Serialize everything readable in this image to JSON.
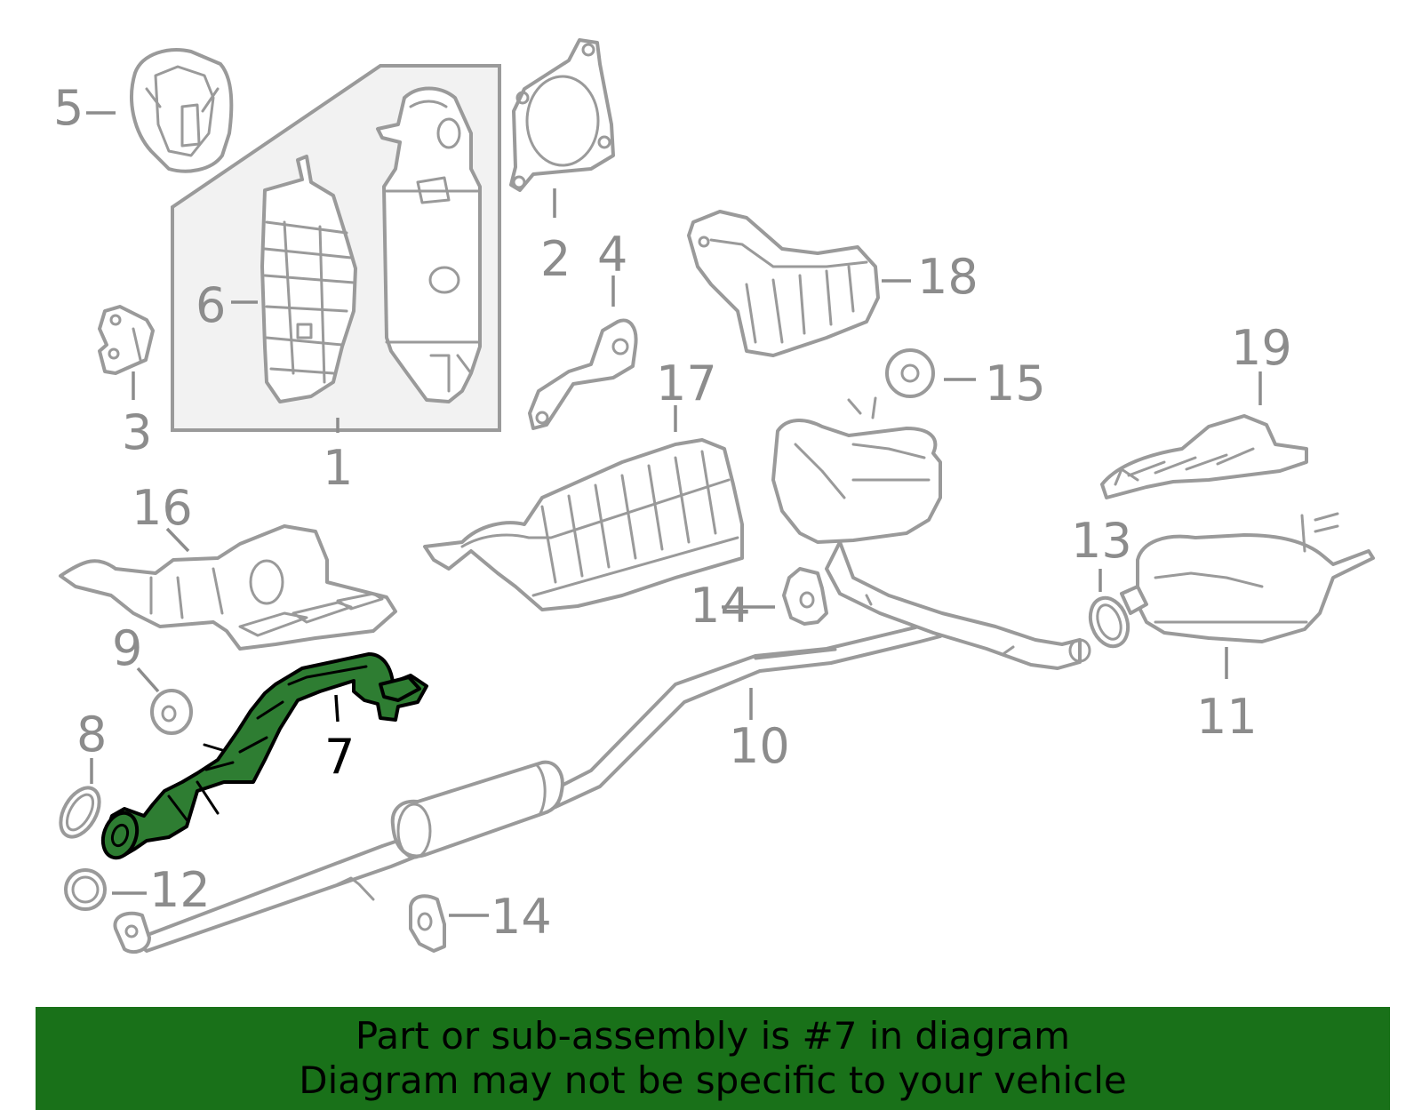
{
  "highlighted_part": "7",
  "callouts": {
    "c1": "1",
    "c2": "2",
    "c3": "3",
    "c4": "4",
    "c5": "5",
    "c6": "6",
    "c7": "7",
    "c8": "8",
    "c9": "9",
    "c10": "10",
    "c11": "11",
    "c12": "12",
    "c13": "13",
    "c14a": "14",
    "c14b": "14",
    "c15": "15",
    "c16": "16",
    "c17": "17",
    "c18": "18",
    "c19": "19"
  },
  "footer": {
    "line1": "Part or sub-assembly is #7 in diagram",
    "line2": "Diagram may not be specific to your vehicle"
  },
  "colors": {
    "highlight": "#2e7d32",
    "banner": "#197119",
    "outline": "#9a9a9a"
  }
}
